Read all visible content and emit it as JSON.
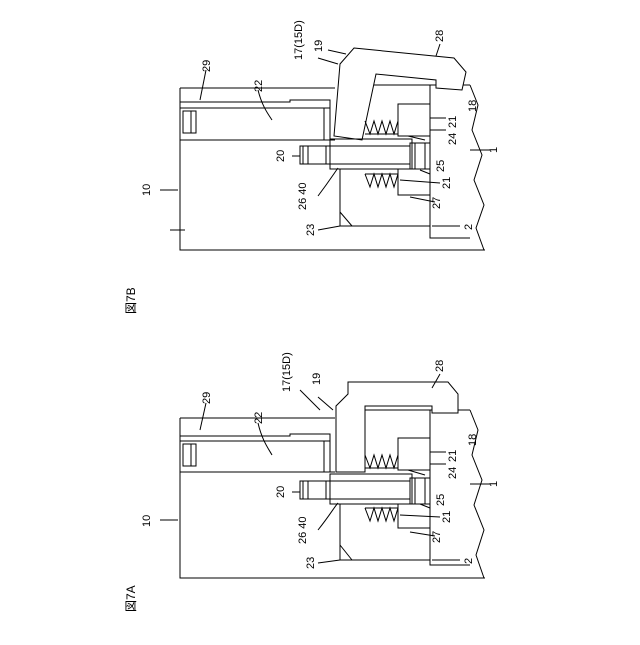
{
  "figures": [
    {
      "title": "図7A",
      "labels": {
        "ref_10": "10",
        "ref_29": "29",
        "ref_22": "22",
        "ref_17": "17(15D)",
        "ref_19": "19",
        "ref_28": "28",
        "ref_18": "18",
        "ref_21a": "21",
        "ref_24": "24",
        "ref_1": "1",
        "ref_20": "20",
        "ref_25": "25",
        "ref_26_40": "26 40",
        "ref_21b": "21",
        "ref_27": "27",
        "ref_23": "23",
        "ref_2": "2"
      }
    },
    {
      "title": "図7B",
      "labels": {
        "ref_10": "10",
        "ref_29": "29",
        "ref_22": "22",
        "ref_17": "17(15D)",
        "ref_19": "19",
        "ref_28": "28",
        "ref_18": "18",
        "ref_21a": "21",
        "ref_24": "24",
        "ref_1": "1",
        "ref_20": "20",
        "ref_25": "25",
        "ref_26_40": "26 40",
        "ref_21b": "21",
        "ref_27": "27",
        "ref_23": "23",
        "ref_2": "2"
      }
    }
  ]
}
